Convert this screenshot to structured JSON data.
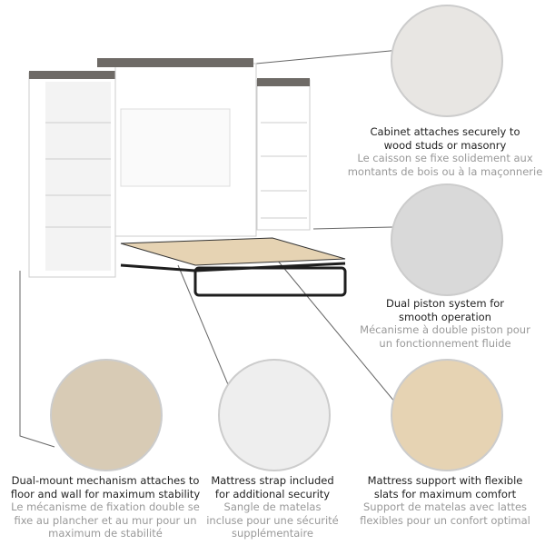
{
  "features": [
    {
      "en": [
        "Cabinet attaches securely to",
        "wood studs or masonry"
      ],
      "fr": [
        "Le caisson se fixe solidement aux",
        "montants de bois ou à la maçonnerie"
      ]
    },
    {
      "en": [
        "Dual piston system for",
        "smooth operation"
      ],
      "fr": [
        "Mécanisme à double piston pour",
        "un fonctionnement fluide"
      ]
    },
    {
      "en": [
        "Dual-mount mechanism attaches to",
        "floor and wall for maximum stability"
      ],
      "fr": [
        "Le mécanisme de fixation double se",
        "fixe au plancher et au mur pour un",
        "maximum de stabilité"
      ]
    },
    {
      "en": [
        "Mattress strap included",
        "for additional security"
      ],
      "fr": [
        "Sangle de matelas",
        "incluse pour une sécurité",
        "supplémentaire"
      ]
    },
    {
      "en": [
        "Mattress support with flexible",
        "slats for maximum comfort"
      ],
      "fr": [
        "Support de matelas avec lattes",
        "flexibles pour un confort optimal"
      ]
    }
  ],
  "colors": {
    "cabinet": "#ffffff",
    "top_trim": "#6e6a66",
    "slats": "#e6d3b3",
    "frame": "#1e1e1e",
    "text_en": "#222222",
    "text_fr": "#999999"
  }
}
